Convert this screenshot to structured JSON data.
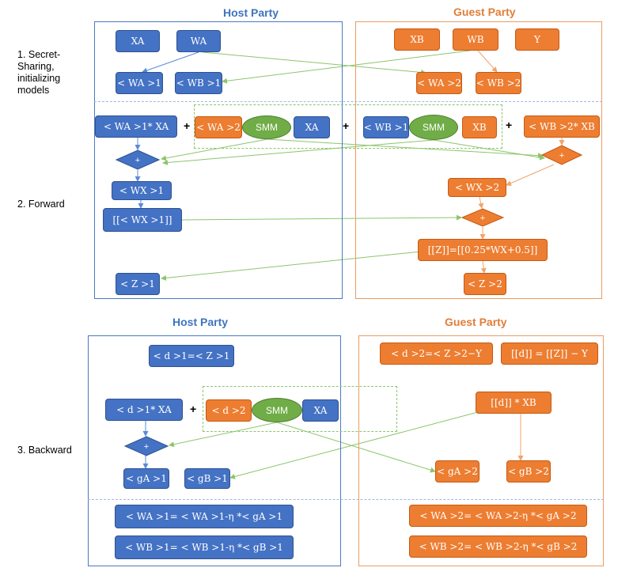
{
  "top": {
    "host_title": "Host Party",
    "guest_title": "Guest Party",
    "step1": "1. Secret-Sharing, initializing models",
    "step1_lines": [
      "1. Secret-",
      "Sharing,",
      "initializing",
      "models"
    ],
    "step2": "2. Forward",
    "host_boxes": {
      "xa": "XA",
      "wa": "WA",
      "wa1": "< WA >1",
      "wb1": "< WB >1",
      "wa1xa": "< WA >1* XA",
      "wa2": "< WA >2",
      "xa2": "XA",
      "wx1": "< WX >1",
      "enc_wx1": "[[< WX >1]]",
      "z1": "< Z >1"
    },
    "guest_boxes": {
      "xb": "XB",
      "wb": "WB",
      "y": "Y",
      "wa2": "< WA >2",
      "wb2": "< WB >2",
      "wb1": "< WB >1",
      "xb2": "XB",
      "wb2xb": "< WB >2* XB",
      "wx2": "< WX >2",
      "z_enc": "[[Z]]=[[0.25*WX+0.5]]",
      "z2": "< Z >2"
    },
    "smm": "SMM",
    "plus": "+"
  },
  "bottom": {
    "host_title": "Host Party",
    "guest_title": "Guest Party",
    "step3": "3. Backward",
    "host_boxes": {
      "d1": "< d >1=< Z >1",
      "d1xa": "< d >1* XA",
      "d2": "< d >2",
      "xa": "XA",
      "ga1": "< gA >1",
      "gb1": "< gB >1",
      "upd_wa": "< WA >1= < WA >1-η *< gA >1",
      "upd_wb": "< WB >1= < WB >1-η *< gB >1"
    },
    "guest_boxes": {
      "d2": "< d >2=< Z >2−Y",
      "d_enc": "[[d]] = [[Z]] − Y",
      "dxb": "[[d]] * XB",
      "ga2": "< gA >2",
      "gb2": "< gB >2",
      "upd_wa": "< WA >2= < WA >2-η *< gA >2",
      "upd_wb": "< WB >2= < WB >2-η *< gB >2"
    },
    "smm": "SMM",
    "plus": "+"
  },
  "colors": {
    "host": "#4472c4",
    "guest": "#ed7d31",
    "smm": "#70ad47",
    "host_arrow": "#5b8bd4",
    "guest_arrow": "#f0a46c",
    "cross_arrow": "#8cc56b"
  }
}
